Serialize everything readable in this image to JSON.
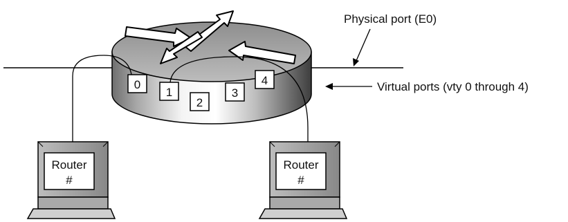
{
  "labels": {
    "physical_port": "Physical port (E0)",
    "virtual_ports": "Virtual ports (vty 0 through 4)"
  },
  "router": {
    "ports": [
      "0",
      "1",
      "2",
      "3",
      "4"
    ]
  },
  "terminals": [
    {
      "screen_line1": "Router",
      "screen_line2": "#"
    },
    {
      "screen_line1": "Router",
      "screen_line2": "#"
    }
  ]
}
